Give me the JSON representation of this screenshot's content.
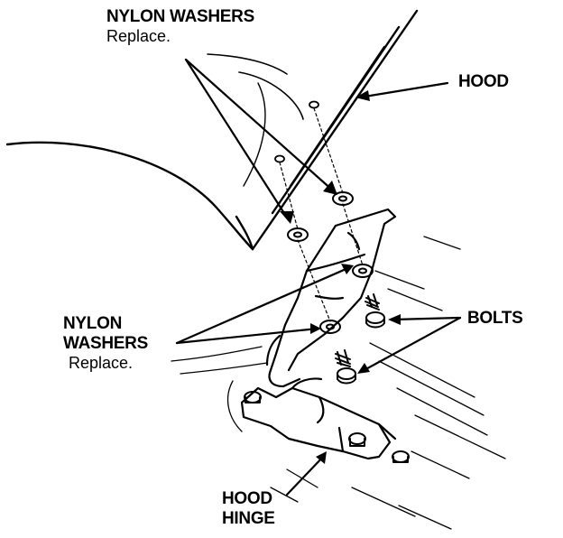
{
  "labels": {
    "nylon_washers_top": {
      "title": "NYLON WASHERS",
      "note": "Replace."
    },
    "hood": "HOOD",
    "nylon_washers_left": {
      "line1": "NYLON",
      "line2": "WASHERS",
      "note": "Replace."
    },
    "bolts": "BOLTS",
    "hood_hinge": {
      "line1": "HOOD",
      "line2": "HINGE"
    }
  },
  "colors": {
    "ink": "#000000",
    "paper": "#ffffff"
  }
}
